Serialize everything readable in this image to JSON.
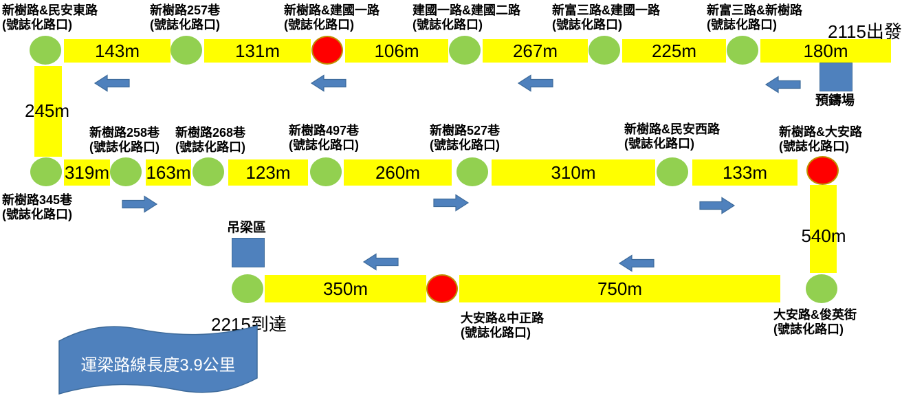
{
  "colors": {
    "segment_yellow": "#FFFF00",
    "signal_green": "#92D050",
    "signal_red": "#FF0000",
    "signal_red_outline": "#BF9000",
    "blue_shape": "#4F81BD",
    "blue_shape_border": "#3D6A9A",
    "text_black": "#000000",
    "banner_text_white": "#FFFFFF"
  },
  "start_time_label": "2115出發",
  "arrival_time_label": "2215到達",
  "precast_yard_label": "預鑄場",
  "lifting_area_label": "吊梁區",
  "banner": {
    "text": "運梁路線長度3.9公里"
  },
  "vertical_segments": {
    "left": "245m",
    "right": "540m"
  },
  "top_row": {
    "direction": "right-to-left",
    "segments": [
      "143m",
      "131m",
      "106m",
      "267m",
      "225m",
      "180m"
    ],
    "intersections": [
      {
        "name": "新樹路&民安東路",
        "sub": "(號誌化路口)",
        "signal": "green"
      },
      {
        "name": "新樹路257巷",
        "sub": "(號誌化路口)",
        "signal": "green"
      },
      {
        "name": "新樹路&建國一路",
        "sub": "(號誌化路口)",
        "signal": "red"
      },
      {
        "name": "建國一路&建國二路",
        "sub": "(號誌化路口)",
        "signal": "green"
      },
      {
        "name": "新富三路&建國一路",
        "sub": "(號誌化路口)",
        "signal": "green"
      },
      {
        "name": "新富三路&新樹路",
        "sub": "(號誌化路口)",
        "signal": "green"
      }
    ]
  },
  "middle_row": {
    "direction": "left-to-right",
    "segments": [
      "319m",
      "163m",
      "123m",
      "260m",
      "310m",
      "133m"
    ],
    "intersections": [
      {
        "name": "新樹路345巷",
        "sub": "(號誌化路口)",
        "signal": "green"
      },
      {
        "name": "新樹路258巷",
        "sub": "(號誌化路口)",
        "signal": "green"
      },
      {
        "name": "新樹路268巷",
        "sub": "(號誌化路口)",
        "signal": "green"
      },
      {
        "name": "新樹路497巷",
        "sub": "(號誌化路口)",
        "signal": "green"
      },
      {
        "name": "新樹路527巷",
        "sub": "(號誌化路口)",
        "signal": "green"
      },
      {
        "name": "新樹路&民安西路",
        "sub": "(號誌化路口)",
        "signal": "green"
      },
      {
        "name": "新樹路&大安路",
        "sub": "(號誌化路口)",
        "signal": "red"
      }
    ]
  },
  "bottom_row": {
    "direction": "right-to-left",
    "segments": [
      "350m",
      "750m"
    ],
    "intersections": [
      {
        "name": "大安路&中正路",
        "sub": "(號誌化路口)",
        "signal": "red"
      },
      {
        "name": "大安路&俊英街",
        "sub": "(號誌化路口)",
        "signal": "green"
      }
    ]
  }
}
